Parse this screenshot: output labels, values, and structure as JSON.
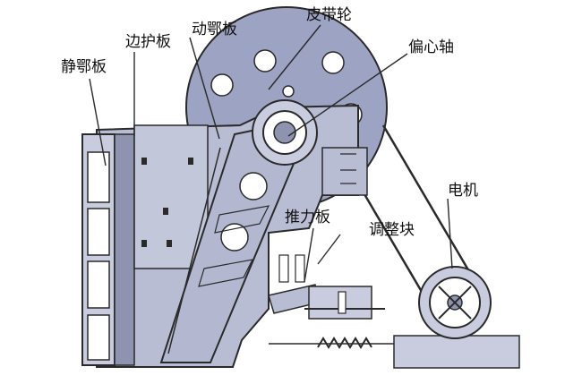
{
  "labels": {
    "static_jaw_plate": "静鄂板",
    "side_guard_plate": "边护板",
    "moving_jaw_plate": "动鄂板",
    "belt_pulley": "皮带轮",
    "eccentric_shaft": "偏心轴",
    "motor": "电机",
    "toggle_plate": "推力板",
    "adjusting_block": "调整块"
  },
  "colors": {
    "body_fill": "#b9bdd3",
    "body_dark": "#8e93b0",
    "pulley_fill": "#9da3c2",
    "line": "#2a2a2a",
    "background": "#ffffff"
  }
}
